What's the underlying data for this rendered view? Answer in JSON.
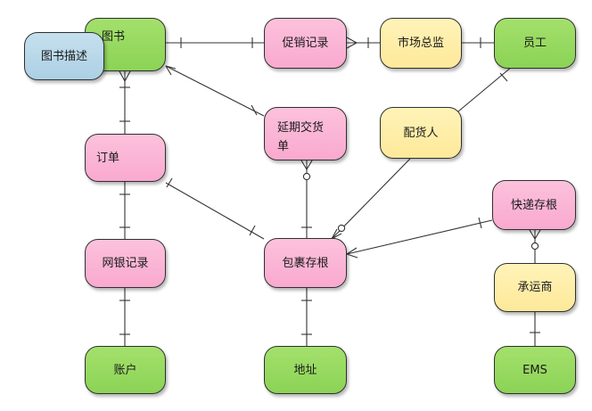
{
  "diagram": {
    "nodes": {
      "book": "图书",
      "book_desc": "图书描述",
      "promo_record": "促销记录",
      "marketing_director": "市场总监",
      "employee": "员工",
      "backorder": "延期交货单",
      "distributor": "配货人",
      "order": "订单",
      "courier_stub": "快递存根",
      "netbank_record": "网银记录",
      "package_stub": "包裹存根",
      "carrier": "承运商",
      "account": "账户",
      "address": "地址",
      "ems": "EMS"
    },
    "colors": {
      "entity_green": "#8bd356",
      "entity_pink": "#f9a9cf",
      "entity_yellow": "#fde99a",
      "entity_blue": "#acd0e4",
      "line": "#333333"
    }
  }
}
